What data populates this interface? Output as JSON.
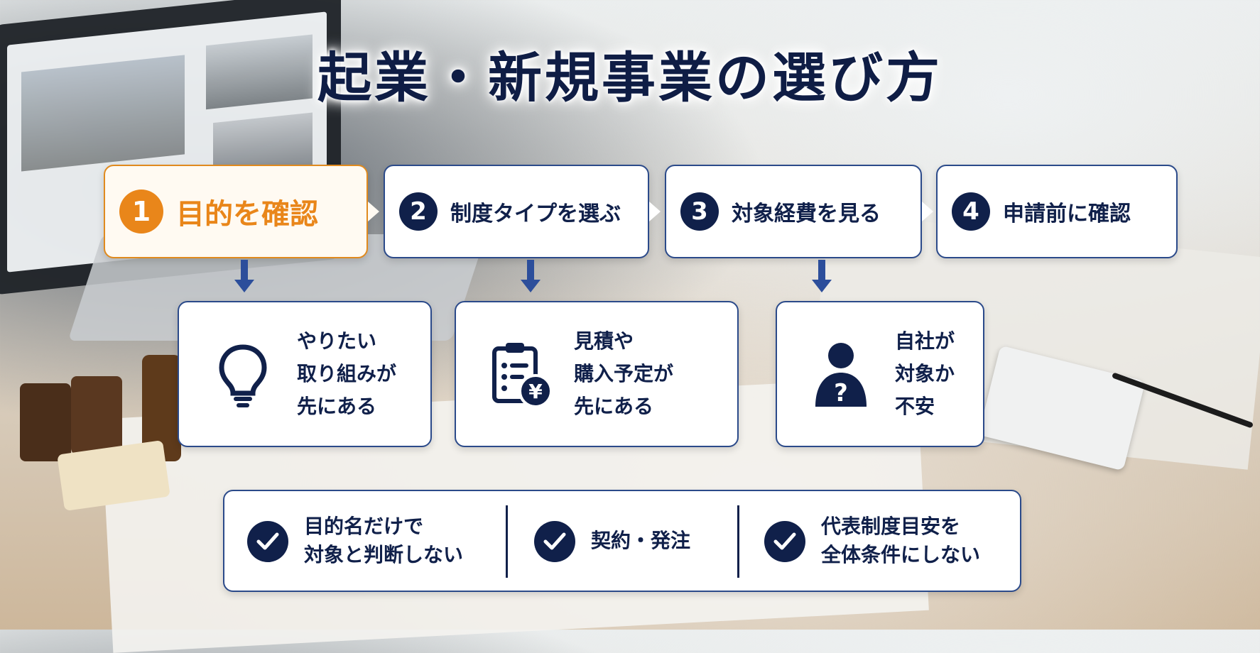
{
  "title": "起業・新規事業の選び方",
  "colors": {
    "navy": "#10204a",
    "orange": "#e9861a",
    "border": "#2b4a8a"
  },
  "steps": [
    {
      "num": "1",
      "label": "目的を確認",
      "active": true
    },
    {
      "num": "2",
      "label": "制度タイプを選ぶ",
      "active": false
    },
    {
      "num": "3",
      "label": "対象経費を見る",
      "active": false
    },
    {
      "num": "4",
      "label": "申請前に確認",
      "active": false
    }
  ],
  "cards": [
    {
      "icon": "lightbulb-icon",
      "lines": [
        "やりたい",
        "取り組みが",
        "先にある"
      ]
    },
    {
      "icon": "clipboard-yen-icon",
      "lines": [
        "見積や",
        "購入予定が",
        "先にある"
      ]
    },
    {
      "icon": "person-question-icon",
      "lines": [
        "自社が",
        "対象か",
        "不安"
      ]
    }
  ],
  "checks": [
    {
      "icon": "check-icon",
      "lines": [
        "目的名だけで",
        "対象と判断しない"
      ]
    },
    {
      "icon": "check-icon",
      "lines": [
        "契約・発注"
      ]
    },
    {
      "icon": "check-icon",
      "lines": [
        "代表制度目安を",
        "全体条件にしない"
      ]
    }
  ]
}
